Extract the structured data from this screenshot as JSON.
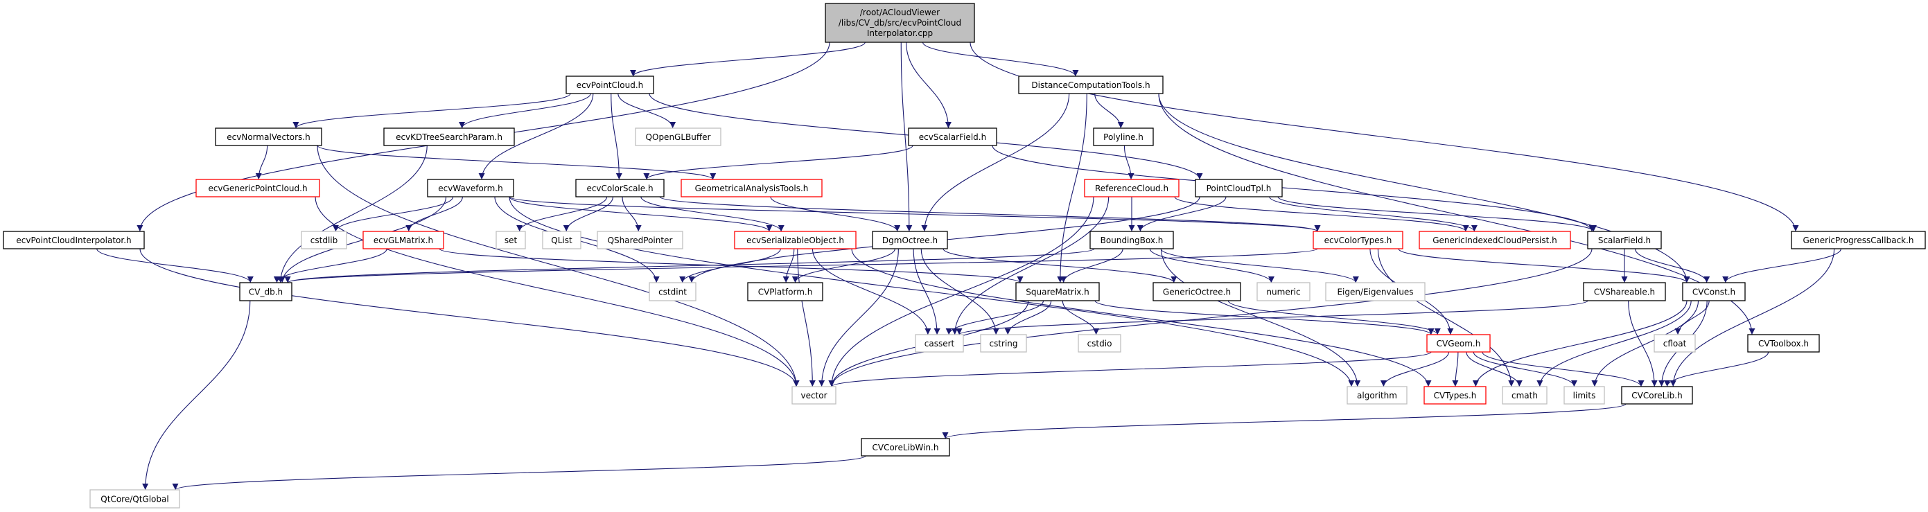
{
  "graph": {
    "colors": {
      "edge": "#191970",
      "root_fill": "#bfbfbf",
      "normal_border": "#000000",
      "truncated_border": "#ff0000",
      "external_border": "#bfbfbf"
    },
    "root": {
      "id": "root",
      "lines": [
        "/root/ACloudViewer",
        "/libs/CV_db/src/ecvPointCloud",
        "Interpolator.cpp"
      ]
    },
    "nodes": [
      {
        "id": "ecvPointCloud",
        "label": "ecvPointCloud.h",
        "kind": "normal"
      },
      {
        "id": "DistanceComputationTools",
        "label": "DistanceComputationTools.h",
        "kind": "normal"
      },
      {
        "id": "ecvNormalVectors",
        "label": "ecvNormalVectors.h",
        "kind": "normal"
      },
      {
        "id": "ecvKDTreeSearchParam",
        "label": "ecvKDTreeSearchParam.h",
        "kind": "normal"
      },
      {
        "id": "QOpenGLBuffer",
        "label": "QOpenGLBuffer",
        "kind": "external"
      },
      {
        "id": "ecvScalarField",
        "label": "ecvScalarField.h",
        "kind": "normal"
      },
      {
        "id": "Polyline",
        "label": "Polyline.h",
        "kind": "normal"
      },
      {
        "id": "ecvGenericPointCloud",
        "label": "ecvGenericPointCloud.h",
        "kind": "truncated"
      },
      {
        "id": "ecvWaveform",
        "label": "ecvWaveform.h",
        "kind": "normal"
      },
      {
        "id": "ecvColorScale",
        "label": "ecvColorScale.h",
        "kind": "normal"
      },
      {
        "id": "GeometricalAnalysisTools",
        "label": "GeometricalAnalysisTools.h",
        "kind": "truncated"
      },
      {
        "id": "ReferenceCloud",
        "label": "ReferenceCloud.h",
        "kind": "truncated"
      },
      {
        "id": "PointCloudTpl",
        "label": "PointCloudTpl.h",
        "kind": "normal"
      },
      {
        "id": "ecvPointCloudInterpolator",
        "label": "ecvPointCloudInterpolator.h",
        "kind": "normal"
      },
      {
        "id": "cstdlib",
        "label": "cstdlib",
        "kind": "external"
      },
      {
        "id": "ecvGLMatrix",
        "label": "ecvGLMatrix.h",
        "kind": "truncated"
      },
      {
        "id": "set",
        "label": "set",
        "kind": "external"
      },
      {
        "id": "QList",
        "label": "QList",
        "kind": "external"
      },
      {
        "id": "QSharedPointer",
        "label": "QSharedPointer",
        "kind": "external"
      },
      {
        "id": "ecvSerializableObject",
        "label": "ecvSerializableObject.h",
        "kind": "truncated"
      },
      {
        "id": "DgmOctree",
        "label": "DgmOctree.h",
        "kind": "normal"
      },
      {
        "id": "BoundingBox",
        "label": "BoundingBox.h",
        "kind": "normal"
      },
      {
        "id": "ecvColorTypes",
        "label": "ecvColorTypes.h",
        "kind": "truncated"
      },
      {
        "id": "GenericIndexedCloudPersist",
        "label": "GenericIndexedCloudPersist.h",
        "kind": "truncated"
      },
      {
        "id": "ScalarField",
        "label": "ScalarField.h",
        "kind": "normal"
      },
      {
        "id": "GenericProgressCallback",
        "label": "GenericProgressCallback.h",
        "kind": "normal"
      },
      {
        "id": "CV_db",
        "label": "CV_db.h",
        "kind": "normal"
      },
      {
        "id": "cstdint",
        "label": "cstdint",
        "kind": "external"
      },
      {
        "id": "CVPlatform",
        "label": "CVPlatform.h",
        "kind": "normal"
      },
      {
        "id": "SquareMatrix",
        "label": "SquareMatrix.h",
        "kind": "normal"
      },
      {
        "id": "GenericOctree",
        "label": "GenericOctree.h",
        "kind": "normal"
      },
      {
        "id": "numeric",
        "label": "numeric",
        "kind": "external"
      },
      {
        "id": "EigenEigenvalues",
        "label": "Eigen/Eigenvalues",
        "kind": "external"
      },
      {
        "id": "CVShareable",
        "label": "CVShareable.h",
        "kind": "normal"
      },
      {
        "id": "CVConst",
        "label": "CVConst.h",
        "kind": "normal"
      },
      {
        "id": "cassert",
        "label": "cassert",
        "kind": "external"
      },
      {
        "id": "cstring",
        "label": "cstring",
        "kind": "external"
      },
      {
        "id": "cstdio",
        "label": "cstdio",
        "kind": "external"
      },
      {
        "id": "CVGeom",
        "label": "CVGeom.h",
        "kind": "truncated"
      },
      {
        "id": "cfloat",
        "label": "cfloat",
        "kind": "external"
      },
      {
        "id": "CVToolbox",
        "label": "CVToolbox.h",
        "kind": "normal"
      },
      {
        "id": "vector",
        "label": "vector",
        "kind": "external"
      },
      {
        "id": "algorithm",
        "label": "algorithm",
        "kind": "external"
      },
      {
        "id": "CVTypes",
        "label": "CVTypes.h",
        "kind": "truncated"
      },
      {
        "id": "cmath",
        "label": "cmath",
        "kind": "external"
      },
      {
        "id": "limits",
        "label": "limits",
        "kind": "external"
      },
      {
        "id": "CVCoreLib",
        "label": "CVCoreLib.h",
        "kind": "normal"
      },
      {
        "id": "CVCoreLibWin",
        "label": "CVCoreLibWin.h",
        "kind": "normal"
      },
      {
        "id": "QtCoreQtGlobal",
        "label": "QtCore/QtGlobal",
        "kind": "external"
      }
    ],
    "edges": [
      [
        "root",
        "ecvPointCloud"
      ],
      [
        "root",
        "ecvPointCloudInterpolator"
      ],
      [
        "root",
        "DgmOctree"
      ],
      [
        "root",
        "ecvScalarField"
      ],
      [
        "root",
        "DistanceComputationTools"
      ],
      [
        "root",
        "GenericProgressCallback"
      ],
      [
        "ecvPointCloud",
        "ecvNormalVectors"
      ],
      [
        "ecvPointCloud",
        "ecvKDTreeSearchParam"
      ],
      [
        "ecvPointCloud",
        "QOpenGLBuffer"
      ],
      [
        "ecvPointCloud",
        "ecvWaveform"
      ],
      [
        "ecvPointCloud",
        "ecvColorScale"
      ],
      [
        "ecvPointCloud",
        "PointCloudTpl"
      ],
      [
        "ecvNormalVectors",
        "ecvGenericPointCloud"
      ],
      [
        "ecvNormalVectors",
        "GeometricalAnalysisTools"
      ],
      [
        "ecvNormalVectors",
        "vector"
      ],
      [
        "ecvKDTreeSearchParam",
        "CV_db"
      ],
      [
        "ecvGenericPointCloud",
        "vector"
      ],
      [
        "ecvWaveform",
        "CV_db"
      ],
      [
        "ecvWaveform",
        "cstdlib"
      ],
      [
        "ecvWaveform",
        "ecvGLMatrix"
      ],
      [
        "ecvWaveform",
        "cstdint"
      ],
      [
        "ecvWaveform",
        "ecvSerializableObject"
      ],
      [
        "ecvWaveform",
        "ecvColorTypes"
      ],
      [
        "ecvWaveform",
        "algorithm"
      ],
      [
        "ecvColorScale",
        "set"
      ],
      [
        "ecvColorScale",
        "QList"
      ],
      [
        "ecvColorScale",
        "QSharedPointer"
      ],
      [
        "ecvColorScale",
        "ecvSerializableObject"
      ],
      [
        "ecvColorScale",
        "ecvColorTypes"
      ],
      [
        "ecvGLMatrix",
        "CV_db"
      ],
      [
        "ecvGLMatrix",
        "SquareMatrix"
      ],
      [
        "ecvSerializableObject",
        "CVPlatform"
      ],
      [
        "ecvSerializableObject",
        "cstdint"
      ],
      [
        "ecvSerializableObject",
        "cassert"
      ],
      [
        "ecvSerializableObject",
        "vector"
      ],
      [
        "ecvSerializableObject",
        "CVTypes"
      ],
      [
        "GeometricalAnalysisTools",
        "DgmOctree"
      ],
      [
        "ecvScalarField",
        "ecvColorScale"
      ],
      [
        "ecvScalarField",
        "ScalarField"
      ],
      [
        "DistanceComputationTools",
        "DgmOctree"
      ],
      [
        "DistanceComputationTools",
        "SquareMatrix"
      ],
      [
        "DistanceComputationTools",
        "Polyline"
      ],
      [
        "DistanceComputationTools",
        "CVConst"
      ],
      [
        "DistanceComputationTools",
        "CVToolbox"
      ],
      [
        "Polyline",
        "ReferenceCloud"
      ],
      [
        "ReferenceCloud",
        "BoundingBox"
      ],
      [
        "ReferenceCloud",
        "GenericIndexedCloudPersist"
      ],
      [
        "ReferenceCloud",
        "cassert"
      ],
      [
        "ReferenceCloud",
        "vector"
      ],
      [
        "PointCloudTpl",
        "BoundingBox"
      ],
      [
        "PointCloudTpl",
        "GenericIndexedCloudPersist"
      ],
      [
        "PointCloudTpl",
        "ScalarField"
      ],
      [
        "PointCloudTpl",
        "cstdint"
      ],
      [
        "ecvPointCloudInterpolator",
        "CV_db"
      ],
      [
        "ecvPointCloudInterpolator",
        "vector"
      ],
      [
        "DgmOctree",
        "CVPlatform"
      ],
      [
        "DgmOctree",
        "cassert"
      ],
      [
        "DgmOctree",
        "cstring"
      ],
      [
        "DgmOctree",
        "vector"
      ],
      [
        "DgmOctree",
        "GenericOctree"
      ],
      [
        "BoundingBox",
        "SquareMatrix"
      ],
      [
        "BoundingBox",
        "numeric"
      ],
      [
        "BoundingBox",
        "EigenEigenvalues"
      ],
      [
        "BoundingBox",
        "algorithm"
      ],
      [
        "BoundingBox",
        "CV_db"
      ],
      [
        "ecvColorTypes",
        "CV_db"
      ],
      [
        "ecvColorTypes",
        "CVConst"
      ],
      [
        "ecvColorTypes",
        "cmath"
      ],
      [
        "ecvColorTypes",
        "CVGeom"
      ],
      [
        "ScalarField",
        "CVShareable"
      ],
      [
        "ScalarField",
        "CVConst"
      ],
      [
        "ScalarField",
        "vector"
      ],
      [
        "GenericProgressCallback",
        "CVConst"
      ],
      [
        "GenericProgressCallback",
        "CVCoreLib"
      ],
      [
        "SquareMatrix",
        "cassert"
      ],
      [
        "SquareMatrix",
        "cstring"
      ],
      [
        "SquareMatrix",
        "cstdio"
      ],
      [
        "SquareMatrix",
        "vector"
      ],
      [
        "SquareMatrix",
        "CVGeom"
      ],
      [
        "GenericOctree",
        "CVGeom"
      ],
      [
        "CVShareable",
        "CVCoreLib"
      ],
      [
        "CVShareable",
        "cassert"
      ],
      [
        "CVConst",
        "cfloat"
      ],
      [
        "CVConst",
        "CVTypes"
      ],
      [
        "CVConst",
        "cmath"
      ],
      [
        "CVConst",
        "limits"
      ],
      [
        "CVConst",
        "CVCoreLib"
      ],
      [
        "CVGeom",
        "vector"
      ],
      [
        "CVGeom",
        "algorithm"
      ],
      [
        "CVGeom",
        "CVTypes"
      ],
      [
        "CVGeom",
        "cmath"
      ],
      [
        "CVGeom",
        "limits"
      ],
      [
        "CVGeom",
        "CVCoreLib"
      ],
      [
        "CVToolbox",
        "CVCoreLib"
      ],
      [
        "CVCoreLib",
        "CVCoreLibWin"
      ],
      [
        "CVCoreLibWin",
        "QtCoreQtGlobal"
      ],
      [
        "CV_db",
        "QtCoreQtGlobal"
      ]
    ]
  }
}
